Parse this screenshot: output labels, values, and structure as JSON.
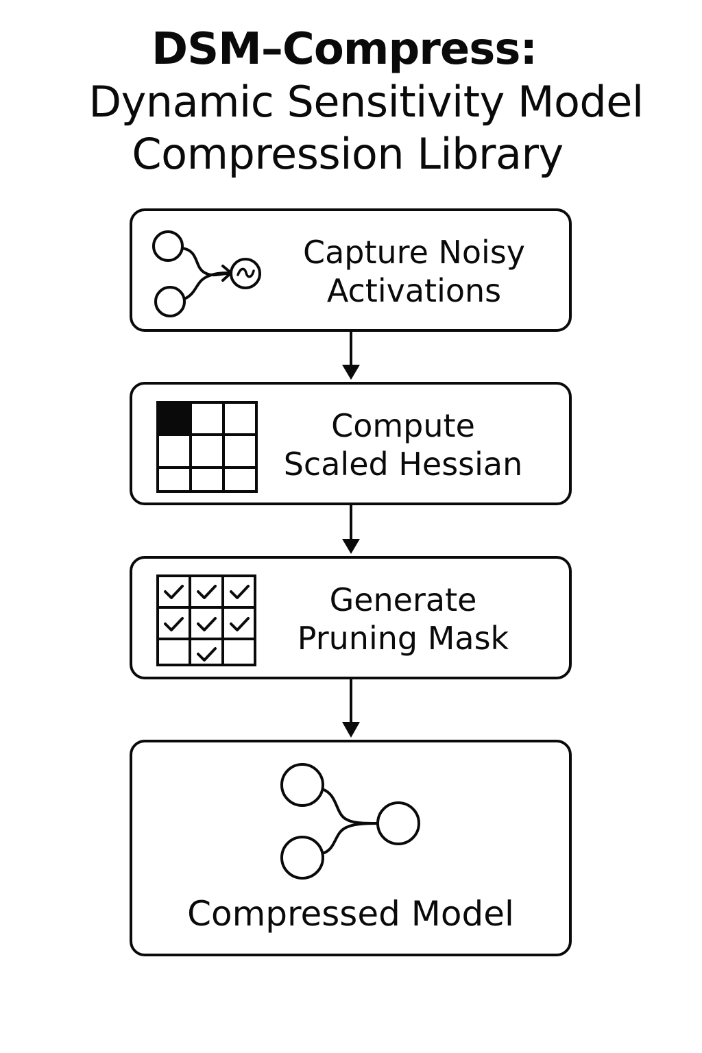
{
  "title": {
    "line1": "DSM–Compress:",
    "line2": "Dynamic Sensitivity Model",
    "line3": "Compression Library"
  },
  "steps": [
    {
      "line1": "Capture Noisy",
      "line2": "Activations",
      "icon": "neural-merge-icon"
    },
    {
      "line1": "Compute",
      "line2": "Scaled Hessian",
      "icon": "matrix-grid-icon"
    },
    {
      "line1": "Generate",
      "line2": "Pruning Mask",
      "icon": "checkmark-grid-icon"
    },
    {
      "line1": "Compressed Model",
      "icon": "compressed-network-icon"
    }
  ],
  "colors": {
    "stroke": "#0a0a0a",
    "background": "#ffffff"
  }
}
